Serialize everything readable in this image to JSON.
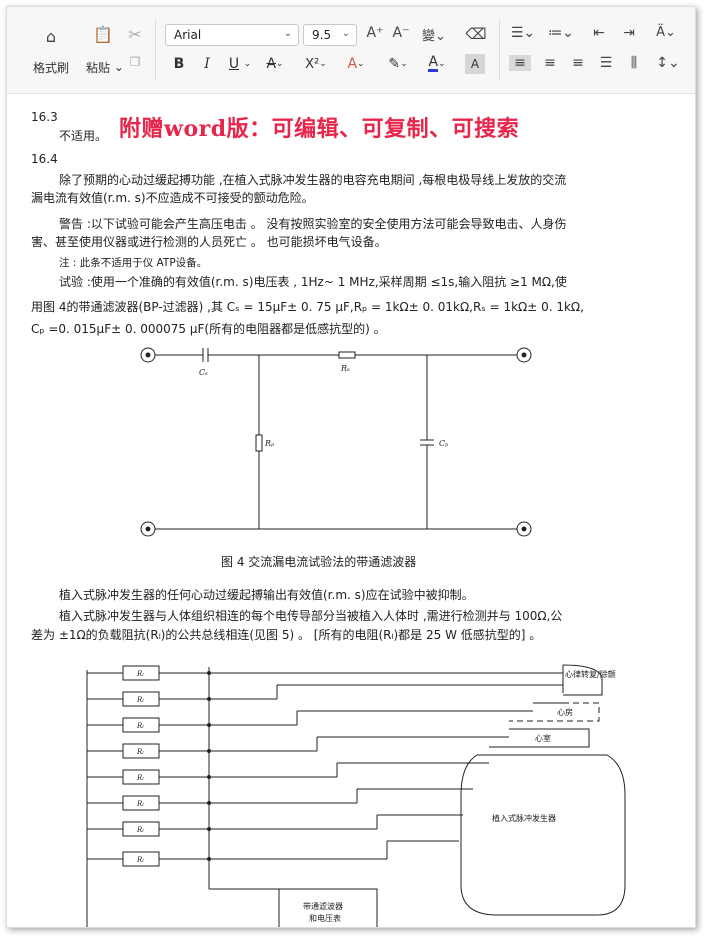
{
  "toolbar": {
    "format_painter": "格式刷",
    "paste": "粘贴",
    "font_name": "Arial",
    "font_size": "9.5",
    "bold": "B",
    "italic": "I",
    "underline": "U",
    "strike": "A",
    "superscript": "X²",
    "font_color_a": "A",
    "highlight_a": "A"
  },
  "banner": "附赠word版：可编辑、可复制、可搜索",
  "doc": {
    "s163_num": "16.3",
    "s163_text": "不适用。",
    "s164_num": "16.4",
    "p1_l1": "除了预期的心动过缓起搏功能 ,在植入式脉冲发生器的电容充电期间 ,每根电极导线上发放的交流",
    "p1_l2": "漏电流有效值(r.m. s)不应造成不可接受的颤动危险。",
    "warn_l1": "警告 :以下试验可能会产生高压电击 。 没有按照实验室的安全使用方法可能会导致电击、人身伤",
    "warn_l2": "害、甚至使用仪器或进行检测的人员死亡 。 也可能损坏电气设备。",
    "note": "注 : 此条不适用于仪  ATP设备。",
    "test_l1": "试验 :使用一个准确的有效值(r.m. s)电压表 , 1Hz~ 1 MHz,采样周期 ≤1s,输入阻抗 ≥1 MΩ,使",
    "test_l2": "用图  4的带通滤波器(BP-过滤器) ,其  Cₛ = 15μF± 0. 75 μF,Rₚ = 1kΩ± 0. 01kΩ,Rₛ = 1kΩ± 0. 1kΩ,",
    "test_l3": "Cₚ =0. 015μF± 0. 000075 μF(所有的电阻器都是低感抗型的) 。",
    "fig4_caption": "图  4    交流漏电流试验法的带通滤波器",
    "p2": "植入式脉冲发生器的任何心动过缓起搏输出有效值(r.m. s)应在试验中被抑制。",
    "p3_l1": "植入式脉冲发生器与人体组织相连的每个电传导部分当被植入人体时 ,需进行检测并与  100Ω,公",
    "p3_l2": "差为 ±1Ω的负载阻抗(Rₗ)的公共总线相连(见图  5) 。 [所有的电阻(Rₗ)都是  25 W  低感抗型的] 。"
  },
  "fig4": {
    "cs": "Cₛ",
    "rs": "Rₛ",
    "rp": "Rₚ",
    "cp": "Cₚ"
  },
  "fig5": {
    "resistor_label": "Rₗ",
    "cardioversion": "心律转复/除颤",
    "atrium": "心房",
    "ventricle": "心室",
    "ipg": "植入式脉冲发生器",
    "filter_line1": "带通滤波器",
    "filter_line2": "和电压表"
  }
}
